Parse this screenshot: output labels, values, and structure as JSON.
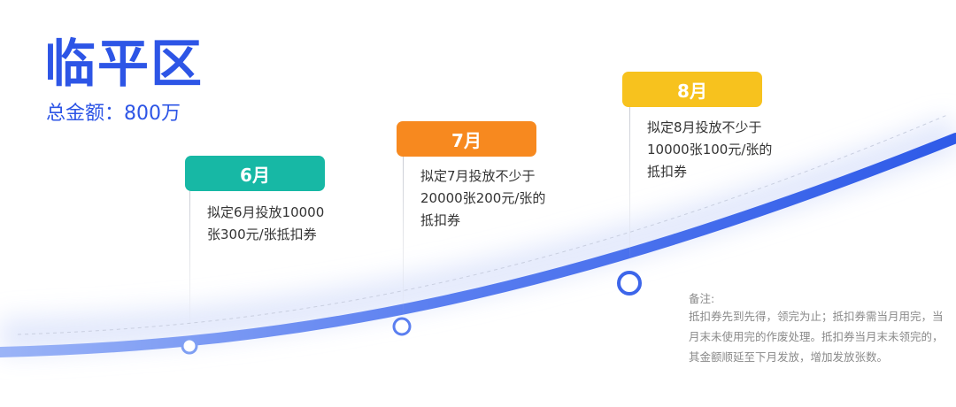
{
  "header": {
    "title": "临平区",
    "subtitle": "总金额：800万"
  },
  "milestones": [
    {
      "tag": "6月",
      "desc_lines": [
        "拟定6月投放10000",
        "张300元/张抵扣券"
      ],
      "color": "#17b8a5"
    },
    {
      "tag": "7月",
      "desc_lines": [
        "拟定7月投放不少于",
        "20000张200元/张的",
        "抵扣券"
      ],
      "color": "#f7891f"
    },
    {
      "tag": "8月",
      "desc_lines": [
        "拟定8月投放不少于",
        "10000张100元/张的",
        "抵扣券"
      ],
      "color": "#f7c21e"
    }
  ],
  "note": {
    "label": "备注:",
    "text": "抵扣券先到先得，领完为止；抵扣券需当月用完，当月末未使用完的作废处理。抵扣券当月末未领完的，其金额顺延至下月发放，增加发放张数。"
  },
  "colors": {
    "primary": "#2d55e6",
    "curve_start": "#7fa0f5",
    "curve_end": "#2e5ae8"
  }
}
